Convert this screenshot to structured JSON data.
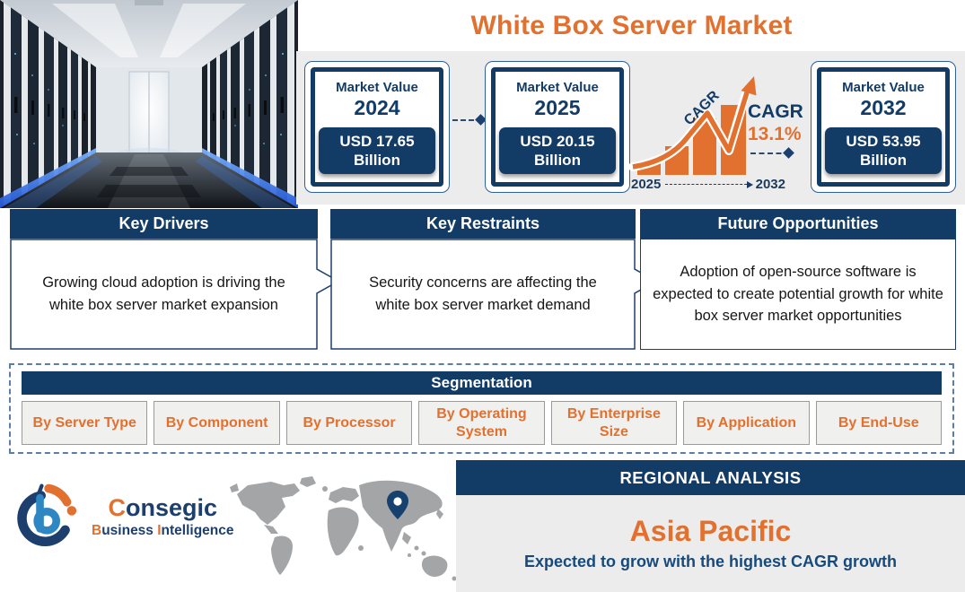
{
  "title": "White Box Server Market",
  "colors": {
    "accent_orange": "#E2702F",
    "navy": "#123B66",
    "band_gray": "#ECECEC",
    "map_gray": "#A3A5A7",
    "segment_box_gray": "#F0F0EE"
  },
  "cards": [
    {
      "label": "Market Value",
      "year": "2024",
      "value": "USD 17.65 Billion"
    },
    {
      "label": "Market Value",
      "year": "2025",
      "value": "USD 20.15 Billion"
    },
    {
      "label": "Market Value",
      "year": "2032",
      "value": "USD 53.95 Billion"
    }
  ],
  "cagr": {
    "arrow_text": "CAGR",
    "label": "CAGR",
    "value": "13.1%",
    "timeline_start": "2025",
    "timeline_end": "2032"
  },
  "panels": [
    {
      "title": "Key Drivers",
      "text": "Growing cloud adoption is driving the white box server market expansion"
    },
    {
      "title": "Key Restraints",
      "text": "Security concerns are affecting the white box server market demand"
    },
    {
      "title": "Future Opportunities",
      "text": "Adoption of open-source software is expected to create potential growth for white box server market opportunities"
    }
  ],
  "segmentation": {
    "title": "Segmentation",
    "items": [
      "By Server Type",
      "By Component",
      "By Processor",
      "By Operating System",
      "By Enterprise Size",
      "By Application",
      "By End-Use"
    ]
  },
  "regional": {
    "title": "REGIONAL ANALYSIS",
    "region": "Asia Pacific",
    "subtitle": "Expected to grow with the highest CAGR growth"
  },
  "logo": {
    "name_first": "C",
    "name_rest": "onsegic",
    "tag_first": "B",
    "tag_mid": "usiness ",
    "tag_second": "I",
    "tag_rest": "ntelligence"
  },
  "chart_data": {
    "type": "bar",
    "title": "White Box Server Market",
    "categories": [
      "2024",
      "2025",
      "2032"
    ],
    "values": [
      17.65,
      20.15,
      53.95
    ],
    "unit": "USD Billion",
    "cagr_percent": 13.1,
    "cagr_period": [
      "2025",
      "2032"
    ]
  }
}
